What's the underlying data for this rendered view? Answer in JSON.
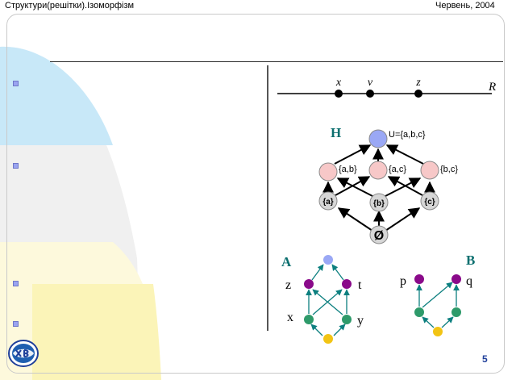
{
  "header": {
    "title": "Структури(решітки).Ізоморфізм",
    "date": "Червень, 2004"
  },
  "real_line": {
    "points": [
      "x",
      "v",
      "z"
    ],
    "label": "R"
  },
  "diagram_h": {
    "label": "H",
    "top": "U={a,b,c}",
    "pairs": [
      "{a,b}",
      "{a,c}",
      "{b,c}"
    ],
    "singletons": [
      "{a}",
      "{b}",
      "{c}"
    ],
    "bottom": "Ø"
  },
  "diagram_a": {
    "label": "A",
    "nodes": [
      "z",
      "t",
      "x",
      "y"
    ]
  },
  "diagram_b": {
    "label": "B",
    "nodes": [
      "p",
      "q"
    ]
  },
  "footer": {
    "page_number": "5"
  }
}
